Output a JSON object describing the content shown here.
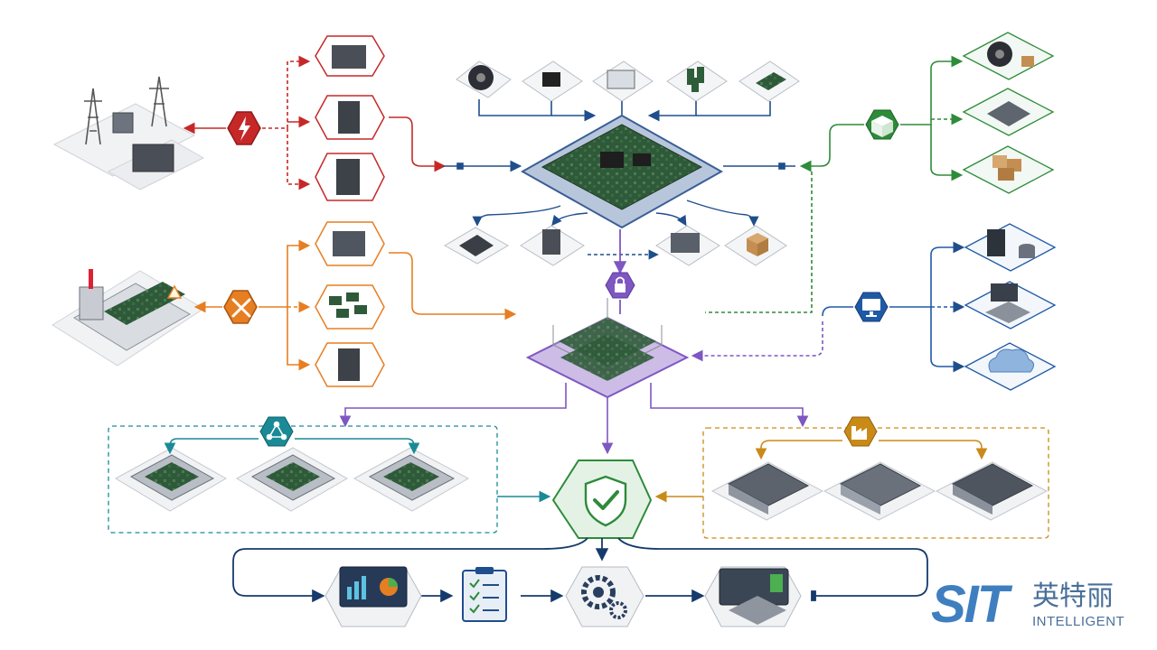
{
  "colors": {
    "red": "#c62828",
    "orange": "#e67e22",
    "blue": "#1f4e8c",
    "purple": "#7e57c2",
    "green": "#2e8b3a",
    "teal": "#1a8a96",
    "gold": "#c98a16",
    "navy": "#153a6b"
  },
  "icons": {
    "power_hub": "lightning-icon",
    "maintenance_hub": "tools-icon",
    "security": "lock-icon",
    "network_hub": "network-nodes-icon",
    "factory_hub": "factory-icon",
    "verification": "shield-check-icon",
    "logistics_hub": "package-icon",
    "it_hub": "monitor-icon"
  },
  "brand": {
    "logo_mark": "SIT",
    "name_cn": "英特丽",
    "name_en": "INTELLIGENT"
  }
}
